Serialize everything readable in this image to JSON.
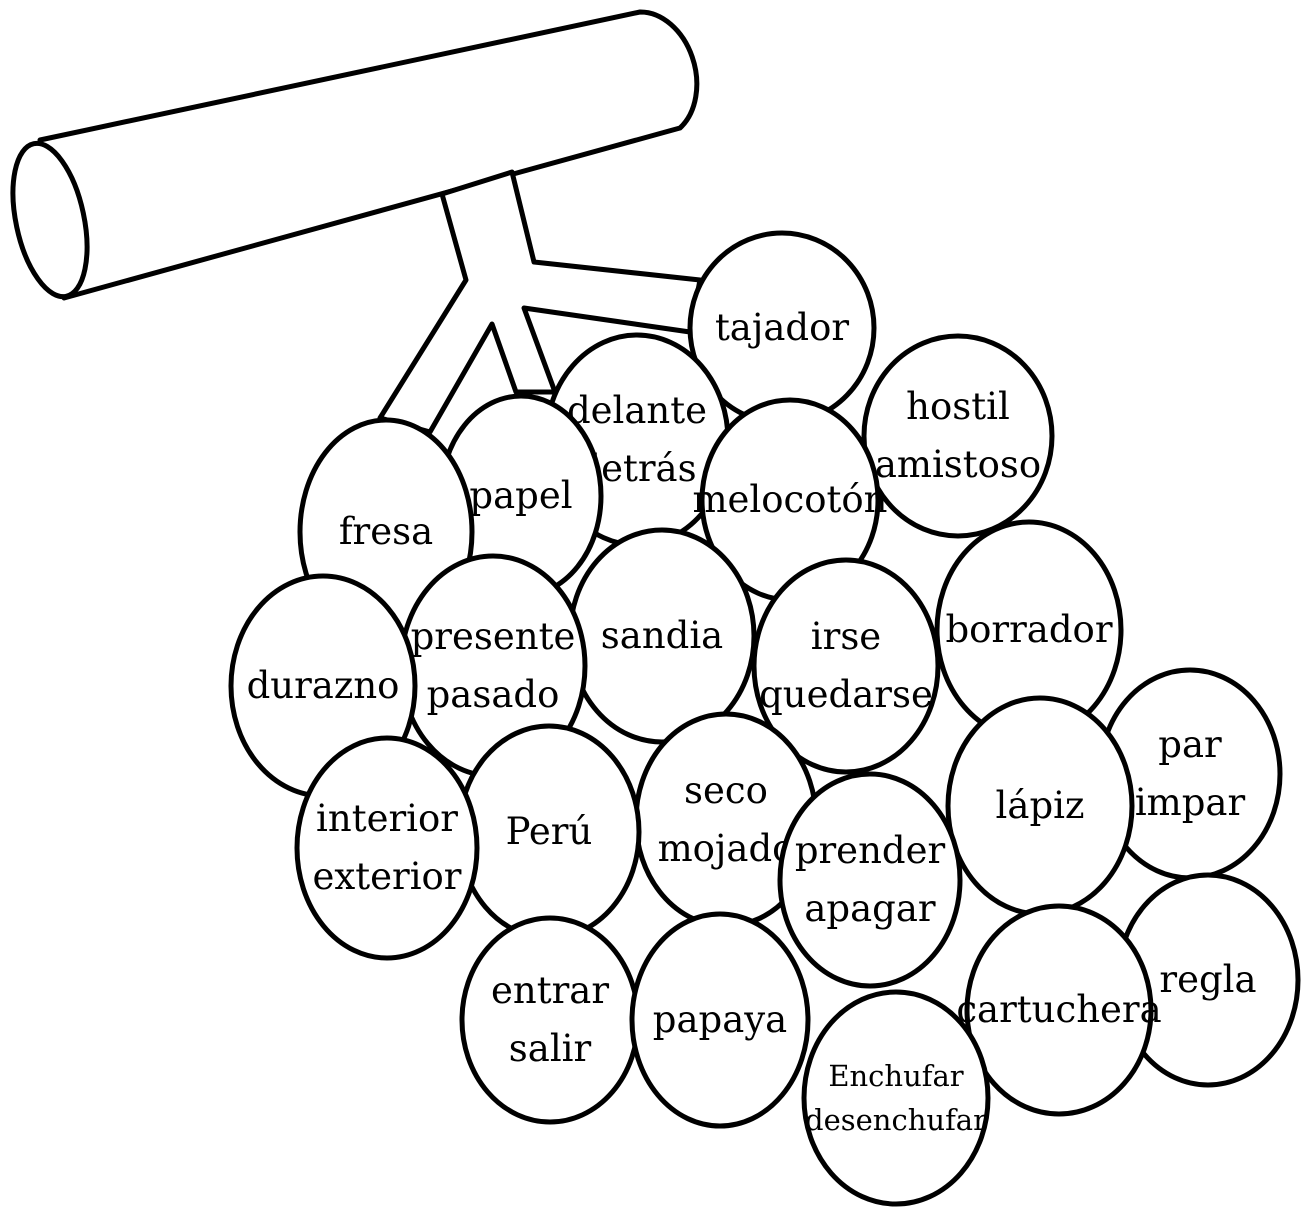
{
  "grapes": [
    {
      "key": "tajador",
      "lines": [
        "tajador"
      ]
    },
    {
      "key": "hostil",
      "lines": [
        "hostil",
        "amistoso"
      ]
    },
    {
      "key": "delante",
      "lines": [
        "delante",
        "detrás"
      ]
    },
    {
      "key": "papel",
      "lines": [
        "papel"
      ]
    },
    {
      "key": "fresa",
      "lines": [
        "fresa"
      ]
    },
    {
      "key": "melocoton",
      "lines": [
        "melocotón"
      ]
    },
    {
      "key": "borrador",
      "lines": [
        "borrador"
      ]
    },
    {
      "key": "irse",
      "lines": [
        "irse",
        "quedarse"
      ]
    },
    {
      "key": "sandia",
      "lines": [
        "sandia"
      ]
    },
    {
      "key": "presente",
      "lines": [
        "presente",
        "pasado"
      ]
    },
    {
      "key": "durazno",
      "lines": [
        "durazno"
      ]
    },
    {
      "key": "par",
      "lines": [
        "par",
        "impar"
      ]
    },
    {
      "key": "lapiz",
      "lines": [
        "lápiz"
      ]
    },
    {
      "key": "seco",
      "lines": [
        "seco",
        "mojado"
      ]
    },
    {
      "key": "prender",
      "lines": [
        "prender",
        "apagar"
      ]
    },
    {
      "key": "peru",
      "lines": [
        "Perú"
      ]
    },
    {
      "key": "interior",
      "lines": [
        "interior",
        "exterior"
      ]
    },
    {
      "key": "regla",
      "lines": [
        "regla"
      ]
    },
    {
      "key": "cartuchera",
      "lines": [
        "cartuchera"
      ]
    },
    {
      "key": "entrar",
      "lines": [
        "entrar",
        "salir"
      ]
    },
    {
      "key": "papaya",
      "lines": [
        "papaya"
      ]
    },
    {
      "key": "enchufar",
      "lines": [
        "Enchufar",
        "desenchufar"
      ]
    }
  ]
}
